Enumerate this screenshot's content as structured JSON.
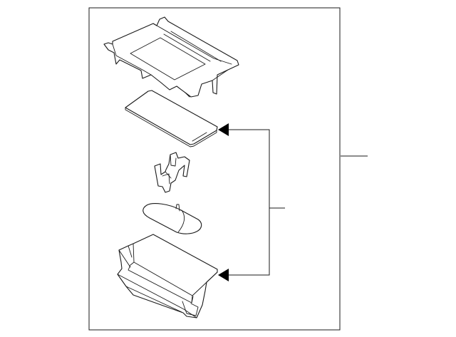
{
  "diagram": {
    "style": "exploded parts illustration",
    "line_color": "#1a1a1a",
    "background": "#ffffff",
    "parts": [
      {
        "name": "upper-cover-panel"
      },
      {
        "name": "flat-mat-pad"
      },
      {
        "name": "bracket-clip"
      },
      {
        "name": "oval-latch-button"
      },
      {
        "name": "storage-bin-base"
      }
    ],
    "callout_labels": []
  }
}
